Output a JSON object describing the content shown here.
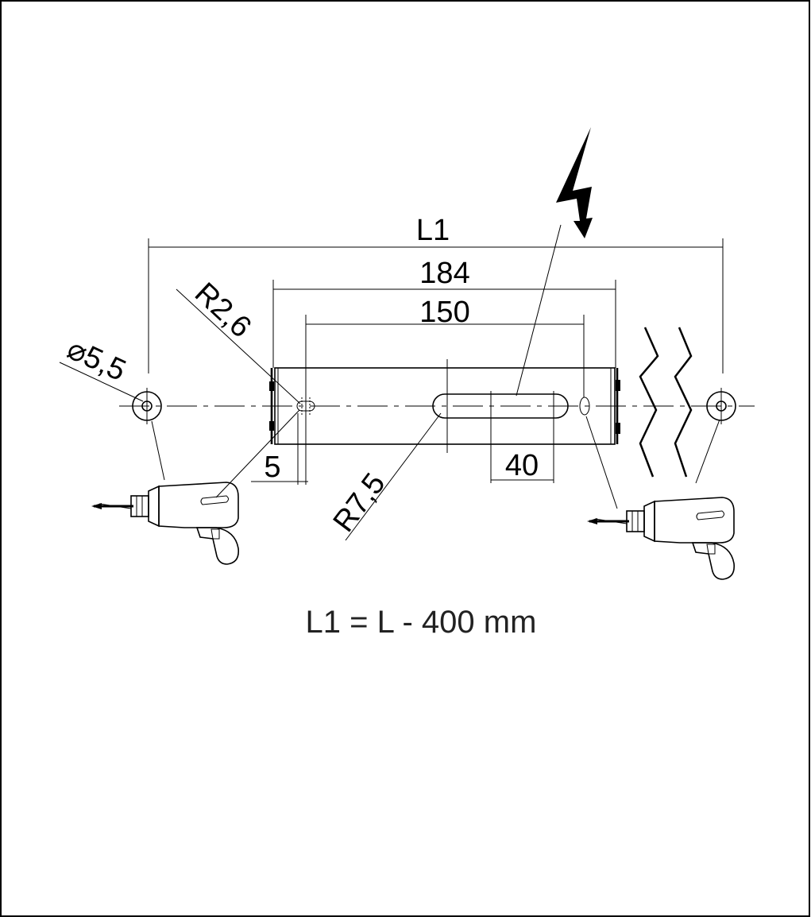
{
  "drawing": {
    "dimensions": {
      "l1": "L1",
      "body_length": "184",
      "hole_spacing": "150",
      "slot_radius_small": "R2,6",
      "hole_diameter": "⌀5,5",
      "edge_offset": "5",
      "slot_radius_large": "R7,5",
      "slot_length": "40"
    },
    "formula": "L1 = L - 400 mm"
  },
  "icons": [
    "drill-icon",
    "lightning-icon",
    "wall-break-icon"
  ]
}
